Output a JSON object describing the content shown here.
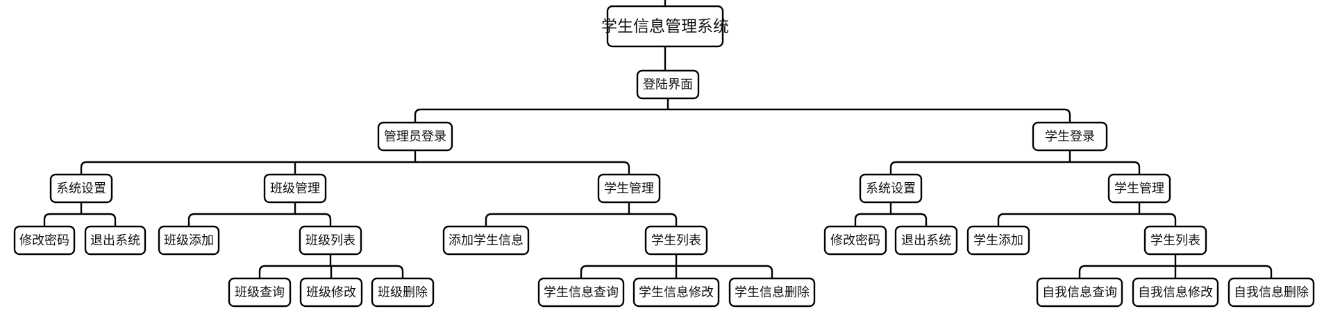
{
  "root": {
    "label": "学生信息管理系统",
    "child": {
      "label": "登陆界面",
      "children": [
        {
          "label": "管理员登录",
          "children": [
            {
              "label": "系统设置",
              "children": [
                {
                  "label": "修改密码"
                },
                {
                  "label": "退出系统"
                }
              ]
            },
            {
              "label": "班级管理",
              "children": [
                {
                  "label": "班级添加"
                },
                {
                  "label": "班级列表",
                  "children": [
                    {
                      "label": "班级查询"
                    },
                    {
                      "label": "班级修改"
                    },
                    {
                      "label": "班级删除"
                    }
                  ]
                }
              ]
            },
            {
              "label": "学生管理",
              "children": [
                {
                  "label": "添加学生信息"
                },
                {
                  "label": "学生列表",
                  "children": [
                    {
                      "label": "学生信息查询"
                    },
                    {
                      "label": "学生信息修改"
                    },
                    {
                      "label": "学生信息删除"
                    }
                  ]
                }
              ]
            }
          ]
        },
        {
          "label": "学生登录",
          "children": [
            {
              "label": "系统设置",
              "children": [
                {
                  "label": "修改密码"
                },
                {
                  "label": "退出系统"
                }
              ]
            },
            {
              "label": "学生管理",
              "children": [
                {
                  "label": "学生添加"
                },
                {
                  "label": "学生列表",
                  "children": [
                    {
                      "label": "自我信息查询"
                    },
                    {
                      "label": "自我信息修改"
                    },
                    {
                      "label": "自我信息删除"
                    }
                  ]
                }
              ]
            }
          ]
        }
      ]
    }
  }
}
